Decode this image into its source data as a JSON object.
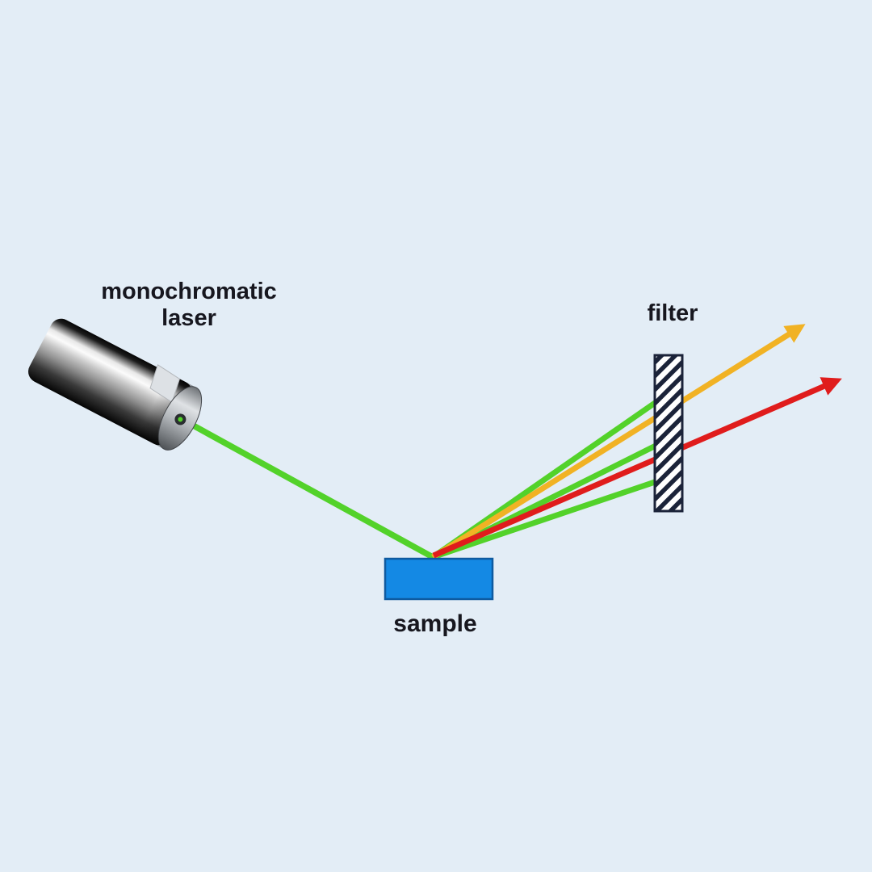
{
  "diagram": {
    "labels": {
      "laser_line1": "monochromatic",
      "laser_line2": "laser",
      "filter": "filter",
      "sample": "sample"
    },
    "colors": {
      "background": "#e3edf6",
      "text": "#17171f",
      "beam_green": "#53d22a",
      "beam_orange": "#f1b224",
      "beam_red": "#e01c1c",
      "sample_fill": "#1489e4",
      "sample_border": "#0e5aa0",
      "filter_outline": "#1b2339",
      "filter_base": "#ffffff",
      "laser_aperture": "#2a2d30"
    },
    "beams": [
      {
        "name": "incident-beam",
        "color_key": "beam_green",
        "has_arrow": false,
        "blocked_by_filter": false
      },
      {
        "name": "scattered-green-top",
        "color_key": "beam_green",
        "has_arrow": false,
        "blocked_by_filter": true
      },
      {
        "name": "scattered-green-middle",
        "color_key": "beam_green",
        "has_arrow": false,
        "blocked_by_filter": true
      },
      {
        "name": "scattered-green-bottom",
        "color_key": "beam_green",
        "has_arrow": false,
        "blocked_by_filter": true
      },
      {
        "name": "scattered-orange",
        "color_key": "beam_orange",
        "has_arrow": true,
        "blocked_by_filter": false
      },
      {
        "name": "scattered-red",
        "color_key": "beam_red",
        "has_arrow": true,
        "blocked_by_filter": false
      }
    ]
  }
}
